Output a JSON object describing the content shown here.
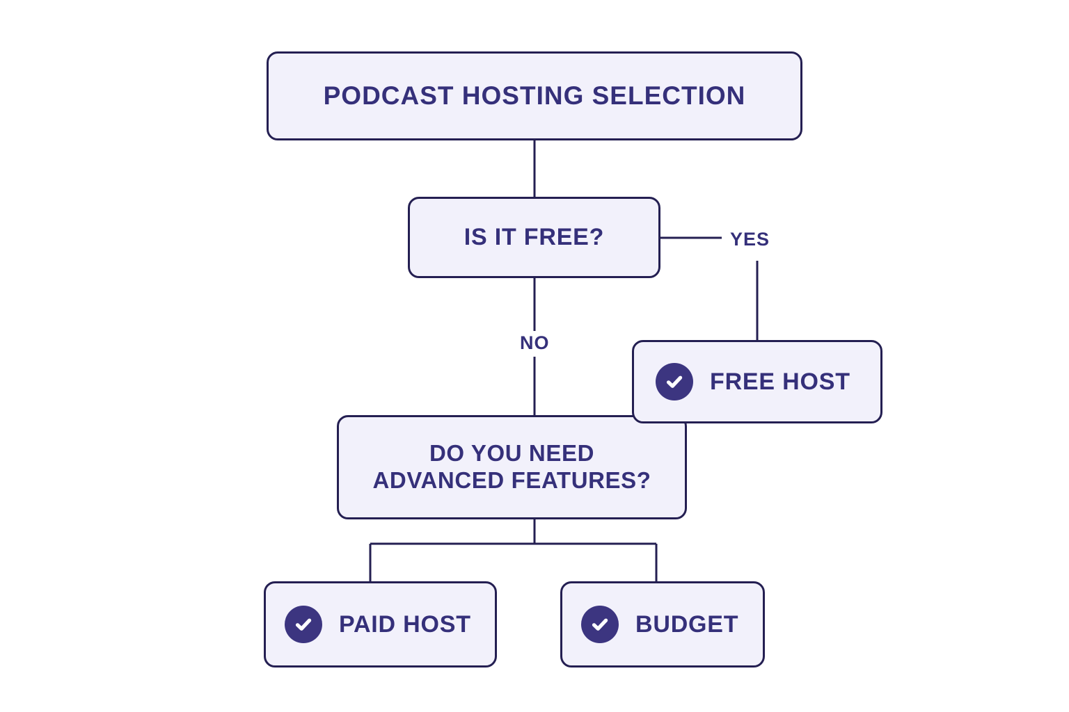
{
  "diagram": {
    "title": "PODCAST HOSTING SELECTION",
    "colors": {
      "background": "#FFFFFF",
      "node_fill": "#F2F1FB",
      "node_border": "#241F52",
      "text": "#35307A",
      "badge_fill": "#3C3580",
      "check_mark": "#FFFFFF"
    },
    "nodes": {
      "title": {
        "text": "PODCAST HOSTING SELECTION",
        "type": "header"
      },
      "is_free": {
        "text": "IS IT FREE?",
        "type": "decision"
      },
      "advanced": {
        "text": "DO YOU NEED\nADVANCED FEATURES?",
        "type": "decision"
      },
      "free_host": {
        "text": "FREE HOST",
        "type": "outcome",
        "icon": "check-circle-icon"
      },
      "paid_host": {
        "text": "PAID HOST",
        "type": "outcome",
        "icon": "check-circle-icon"
      },
      "budget": {
        "text": "BUDGET",
        "type": "outcome",
        "icon": "check-circle-icon"
      }
    },
    "edge_labels": {
      "yes": "YES",
      "no": "NO"
    }
  }
}
